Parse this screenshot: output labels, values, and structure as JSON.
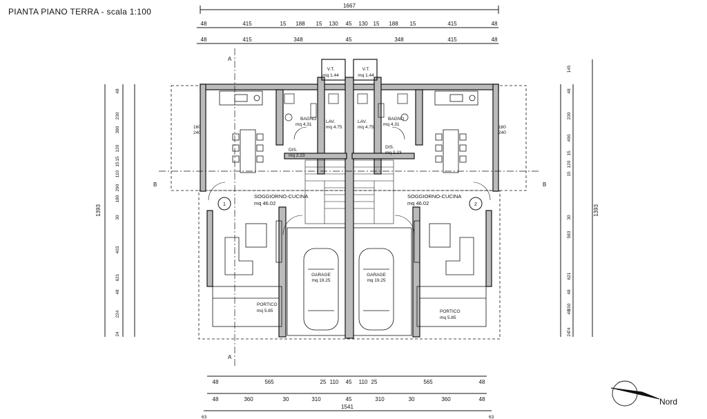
{
  "title": "PIANTA PIANO TERRA - scala 1:100",
  "compass_label": "Nord",
  "section_a": "A",
  "section_b": "B",
  "units": {
    "u1": "1",
    "u2": "2"
  },
  "rooms": {
    "vt_left": {
      "name": "V.T.",
      "area": "mq 1.44"
    },
    "vt_right": {
      "name": "V.T.",
      "area": "mq 1.44"
    },
    "bagno_left": {
      "name": "BAGNO",
      "area": "mq 4.31"
    },
    "bagno_right": {
      "name": "BAGNO",
      "area": "mq 4.31"
    },
    "lav_left": {
      "name": "LAV.",
      "area": "mq 4.75"
    },
    "lav_right": {
      "name": "LAV.",
      "area": "mq 4.75"
    },
    "dis_left": {
      "name": "DIS.",
      "area": "mq 2.23"
    },
    "dis_right": {
      "name": "DIS.",
      "area": "mq 2.23"
    },
    "sogg_left": {
      "name": "SOGGIORNO-CUCINA",
      "area": "mq 46.02"
    },
    "sogg_right": {
      "name": "SOGGIORNO-CUCINA",
      "area": "mq 46.02"
    },
    "garage_left": {
      "name": "GARAGE",
      "area": "mq 19.25"
    },
    "garage_right": {
      "name": "GARAGE",
      "area": "mq 19.25"
    },
    "portico_left": {
      "name": "PORTICO",
      "area": "mq 5.85"
    },
    "portico_right": {
      "name": "PORTICO",
      "area": "mq 5.85"
    }
  },
  "dims": {
    "top_total": "1667",
    "top_row1": [
      "48",
      "415",
      "15",
      "188",
      "15",
      "130",
      "45",
      "130",
      "15",
      "188",
      "15",
      "415",
      "48"
    ],
    "top_row2": [
      "48",
      "415",
      "348",
      "45",
      "348",
      "415",
      "48"
    ],
    "bottom_row1": [
      "48",
      "565",
      "25",
      "110",
      "45",
      "110",
      "25",
      "565",
      "48"
    ],
    "bottom_row2": [
      "48",
      "360",
      "30",
      "310",
      "45",
      "310",
      "30",
      "360",
      "48"
    ],
    "bottom_total": "1541",
    "bottom_edge": [
      "63",
      "63"
    ],
    "left_total": "1393",
    "left_chain": [
      "48",
      "380",
      "230",
      "15",
      "120",
      "15",
      "110",
      "290",
      "180",
      "30",
      "403",
      "621",
      "48",
      "224",
      "24"
    ],
    "right_total": "1393",
    "right_chain": [
      "145",
      "48",
      "230",
      "490",
      "15",
      "120",
      "15",
      "30",
      "583",
      "621",
      "48",
      "150",
      "48",
      "74",
      "24"
    ],
    "window_pair": [
      "160",
      "240"
    ]
  }
}
